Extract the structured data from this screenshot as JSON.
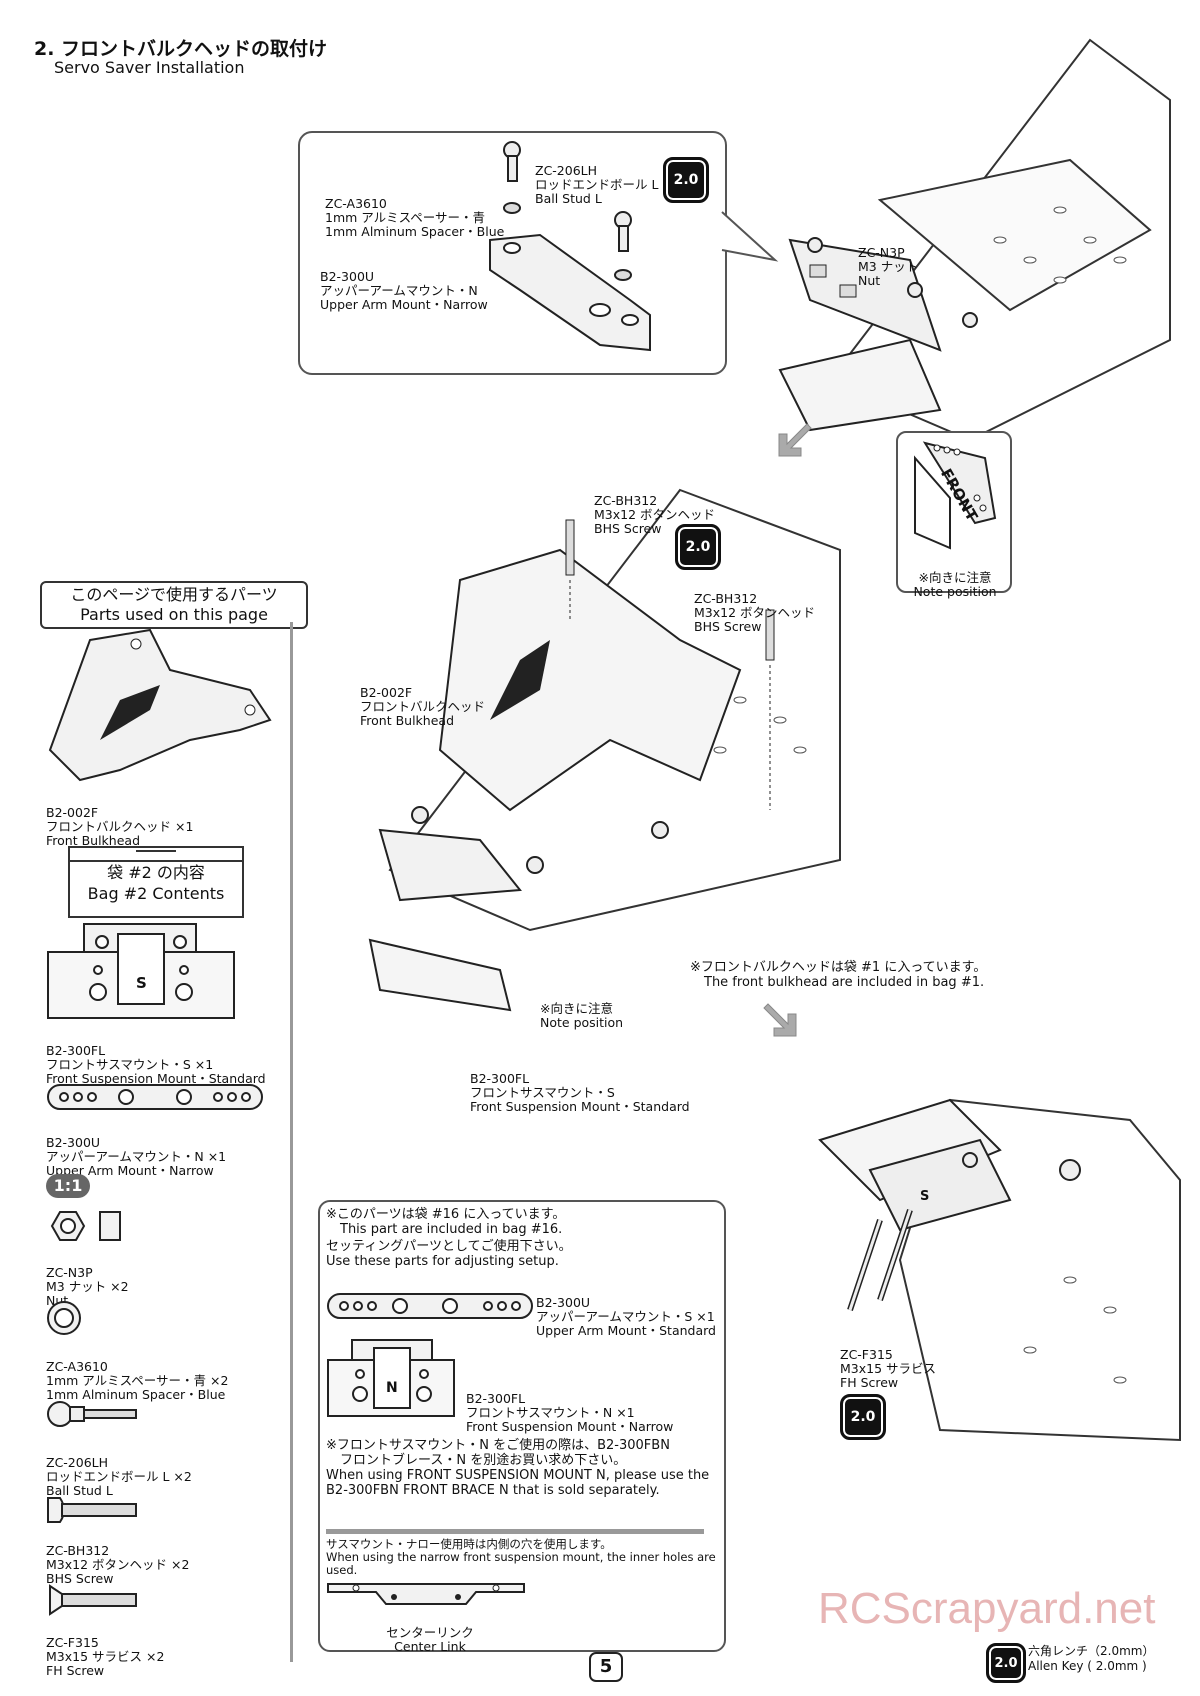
{
  "header": {
    "title_jp": "2. フロントバルクヘッドの取付け",
    "title_en": "Servo Saver Installation"
  },
  "detail_box": {
    "tool": "2.0",
    "parts": [
      {
        "code": "ZC-206LH",
        "jp": "ロッドエンドボール L",
        "en": "Ball Stud L"
      },
      {
        "code": "ZC-A3610",
        "jp": "1mm アルミスペーサー・青",
        "en": "1mm Alminum Spacer・Blue"
      },
      {
        "code": "B2-300U",
        "jp": "アッパーアームマウント・N",
        "en": "Upper Arm Mount・Narrow"
      }
    ]
  },
  "nut_label": {
    "code": "ZC-N3P",
    "jp": "M3 ナット",
    "en": "Nut"
  },
  "front_note": {
    "badge": "FRONT",
    "jp": "※向きに注意",
    "en": "Note position"
  },
  "parts_panel": {
    "heading_jp": "このページで使用するパーツ",
    "heading_en": "Parts used on this page",
    "bulkhead": {
      "code": "B2-002F",
      "jp": "フロントバルクヘッド ×1",
      "en": "Front Bulkhead"
    },
    "bag": {
      "jp": "袋 #2 の内容",
      "en": "Bag #2 Contents"
    },
    "items": [
      {
        "code": "B2-300FL",
        "jp": "フロントサスマウント・S ×1",
        "en": "Front Suspension Mount・Standard"
      },
      {
        "code": "B2-300U",
        "jp": "アッパーアームマウント・N ×1",
        "en": "Upper Arm Mount・Narrow"
      },
      {
        "code": "ZC-N3P",
        "jp": "M3 ナット ×2",
        "en": "Nut"
      },
      {
        "code": "ZC-A3610",
        "jp": "1mm アルミスペーサー・青 ×2",
        "en": "1mm Alminum Spacer・Blue"
      },
      {
        "code": "ZC-206LH",
        "jp": "ロッドエンドボール L ×2",
        "en": "Ball Stud L"
      },
      {
        "code": "ZC-BH312",
        "jp": "M3x12 ボタンヘッド ×2",
        "en": "BHS Screw"
      },
      {
        "code": "ZC-F315",
        "jp": "M3x15 サラビス ×2",
        "en": "FH Screw"
      }
    ],
    "scale": "1:1",
    "s_mark": "S"
  },
  "main_labels": {
    "bhs1": {
      "code": "ZC-BH312",
      "jp": "M3x12 ボタンヘッド",
      "en": "BHS Screw"
    },
    "bhs2": {
      "code": "ZC-BH312",
      "jp": "M3x12 ボタンヘッド",
      "en": "BHS Screw"
    },
    "bulkhead": {
      "code": "B2-002F",
      "jp": "フロントバルクヘッド",
      "en": "Front Bulkhead"
    },
    "mount": {
      "code": "B2-300FL",
      "jp": "フロントサスマウント・S",
      "en": "Front Suspension Mount・Standard"
    },
    "note_jp": "※向きに注意",
    "note_en": "Note position",
    "bag1_jp": "※フロントバルクヘッドは袋 #1 に入っています。",
    "bag1_en": "The front bulkhead are included in bag #1.",
    "tool": "2.0"
  },
  "optional_box": {
    "line1_jp": "※このパーツは袋 #16 に入っています。",
    "line1_en": "This part are included in bag #16.",
    "line2_jp": "セッティングパーツとしてご使用下さい。",
    "line2_en": "Use these parts for adjusting setup.",
    "part1": {
      "code": "B2-300U",
      "jp": "アッパーアームマウント・S ×1",
      "en": "Upper Arm Mount・Standard"
    },
    "part2": {
      "code": "B2-300FL",
      "jp": "フロントサスマウント・N ×1",
      "en": "Front Suspension Mount・Narrow"
    },
    "n_mark": "N",
    "warn_jp1": "※フロントサスマウント・N をご使用の際は、B2-300FBN",
    "warn_jp2": "フロントブレース・N を別途お買い求め下さい。",
    "warn_en": "When using FRONT SUSPENSION MOUNT N, please use the B2-300FBN FRONT BRACE N that is sold separately.",
    "narrow_jp": "サスマウント・ナロー使用時は内側の穴を使用します。",
    "narrow_en": "When using the narrow front suspension mount, the inner holes are used.",
    "center_jp": "センターリンク",
    "center_en": "Center Link"
  },
  "step3": {
    "code": "ZC-F315",
    "jp": "M3x15 サラビス",
    "en": "FH Screw",
    "tool": "2.0",
    "s_mark": "S"
  },
  "footer": {
    "page": "5",
    "watermark": "RCScrapyard.net",
    "tool": "2.0",
    "key_jp": "六角レンチ（2.0mm）",
    "key_en": "Allen Key ( 2.0mm )"
  }
}
